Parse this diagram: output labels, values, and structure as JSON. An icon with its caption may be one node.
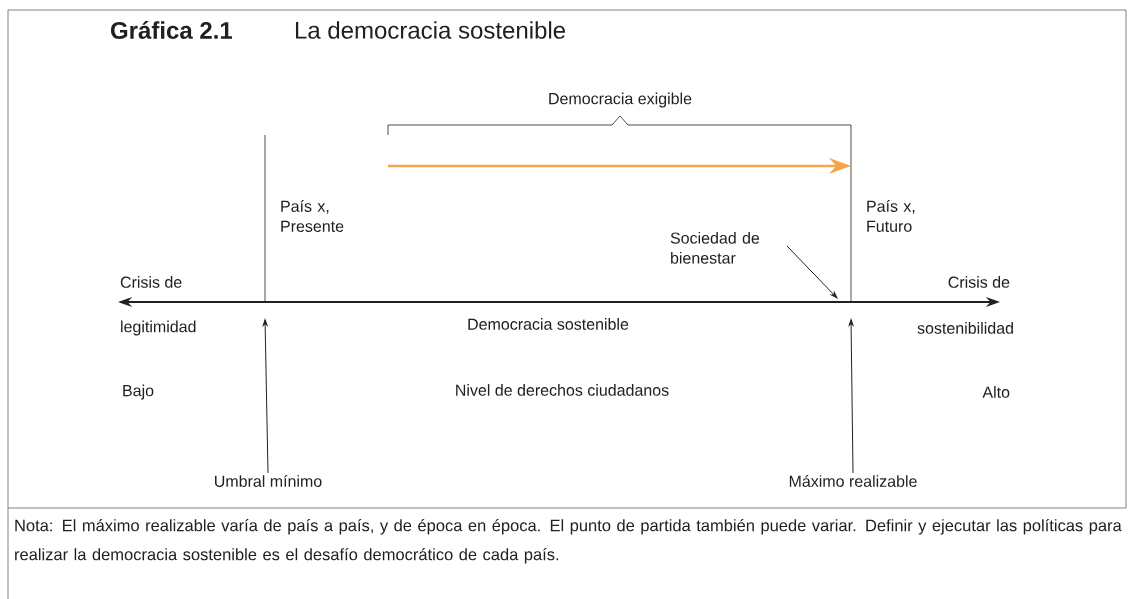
{
  "diagram": {
    "title": "La democracia sostenible",
    "caption": "Nota: El máximo realizable varía de país a país, y de época en época. El punto de partida también puede variar. Definir y ejecutar las políticas para realizar la democracia sostenible es el desafío democrático de cada país.",
    "nodes": [
      {
        "text": [
          "Sociedad de bienestar"
        ]
      },
      {
        "text": [
          "Umbral mínimo"
        ]
      },
      {
        "text": [
          "Máximo realizable"
        ]
      }
    ],
    "edges": [
      {
        "from": 0,
        "to": null,
        "arrow": "to"
      },
      {
        "from": 1,
        "to": null,
        "arrow": "to"
      },
      {
        "from": 2,
        "to": null,
        "arrow": "to"
      }
    ],
    "labels": [
      "Gráfica 2.1",
      "Democracia exigible",
      "País x, Presente",
      "País x, Futuro",
      "Crisis de",
      "Crisis de",
      "legitimidad",
      "Democracia sostenible",
      "sostenibilidad",
      "Bajo",
      "Nivel de derechos ciudadanos",
      "Alto"
    ]
  }
}
